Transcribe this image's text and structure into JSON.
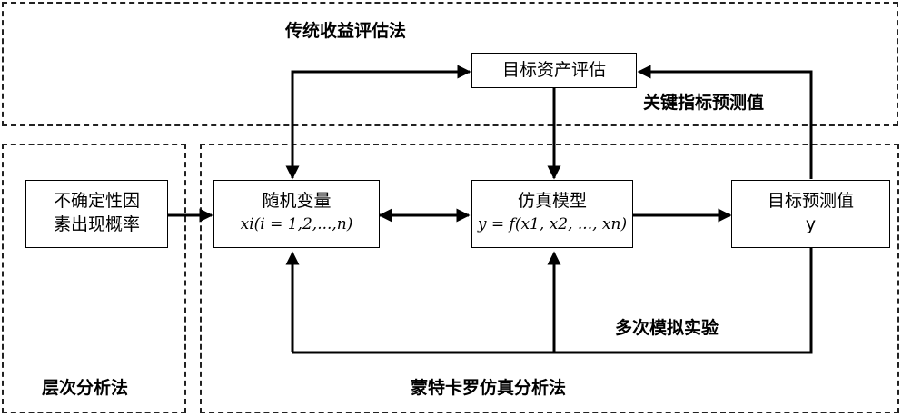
{
  "regions": {
    "traditional": "传统收益评估法",
    "ahp": "层次分析法",
    "monte_carlo": "蒙特卡罗仿真分析法"
  },
  "annotations": {
    "key_indicator": "关键指标预测值",
    "multiple_runs": "多次模拟实验"
  },
  "nodes": {
    "uncertainty": {
      "line1": "不确定性因",
      "line2": "素出现概率"
    },
    "random_vars": {
      "line1": "随机变量",
      "formula": "xi(i = 1,2,...,n)"
    },
    "sim_model": {
      "line1": "仿真模型",
      "formula": "y = f(x1, x2, ..., xn)"
    },
    "target_pred": {
      "line1": "目标预测值",
      "line2": "y"
    },
    "asset_eval": {
      "line1": "目标资产评估"
    }
  }
}
